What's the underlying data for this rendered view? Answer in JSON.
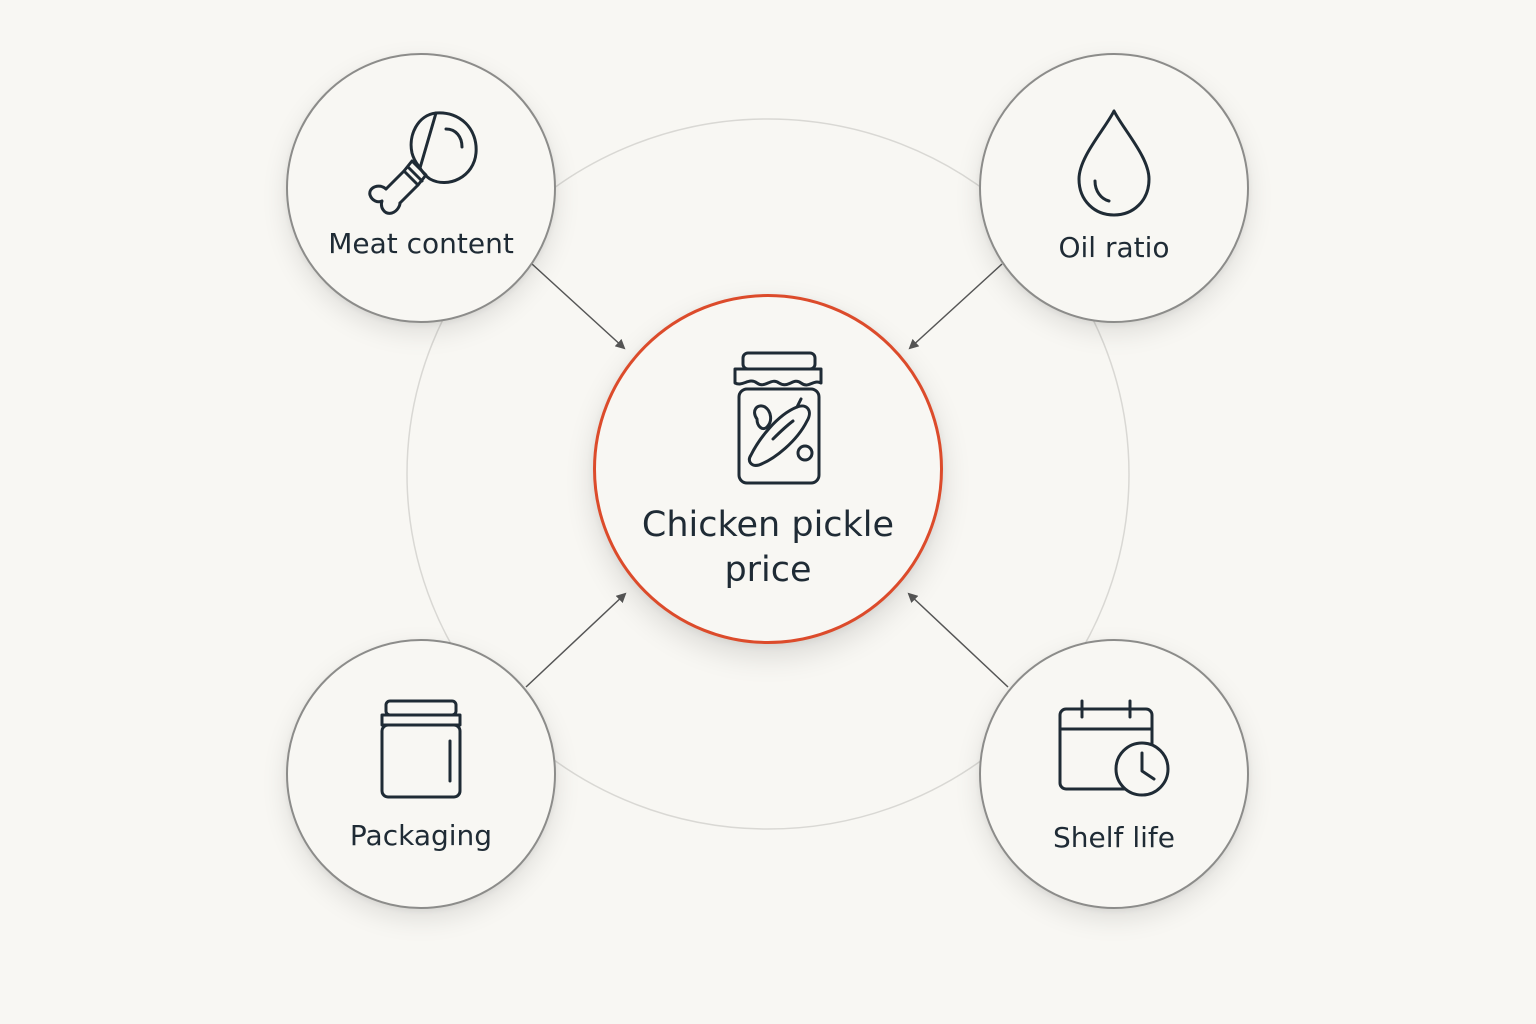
{
  "diagram": {
    "center": {
      "label_line1": "Chicken pickle",
      "label_line2": "price",
      "icon": "pickle-jar-icon"
    },
    "factors": [
      {
        "id": "meat",
        "label": "Meat content",
        "icon": "chicken-leg-icon"
      },
      {
        "id": "oil",
        "label": "Oil ratio",
        "icon": "oil-drop-icon"
      },
      {
        "id": "packaging",
        "label": "Packaging",
        "icon": "jar-icon"
      },
      {
        "id": "shelf",
        "label": "Shelf life",
        "icon": "calendar-clock-icon"
      }
    ],
    "colors": {
      "background": "#f8f7f3",
      "center_border": "#dc4b2b",
      "node_border": "#8c8c8a",
      "text": "#1f2b35",
      "arrow": "#555555",
      "ring": "#d9d8d4"
    }
  }
}
